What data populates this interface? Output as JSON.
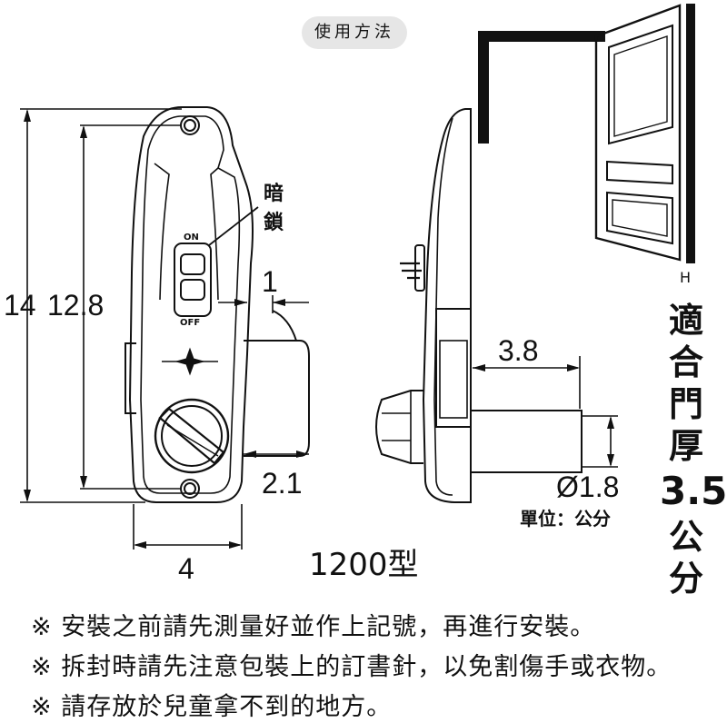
{
  "header": {
    "title": "使用方法"
  },
  "front_view": {
    "latch_label_line1": "暗",
    "latch_label_line2": "鎖",
    "switch_on": "ON",
    "switch_off": "OFF",
    "dim_outer_height": "14",
    "dim_inner_height": "12.8",
    "dim_latch_offset": "1",
    "dim_bolt_gap": "2.1",
    "dim_width": "4",
    "model": "1200型"
  },
  "side_view": {
    "dim_bolt_length": "3.8",
    "dim_bolt_diameter": "Ø1.8",
    "unit_label": "單位：公分"
  },
  "door": {
    "thickness_marker": "H",
    "label_lines": [
      "適",
      "合",
      "門",
      "厚"
    ],
    "thickness_value": "3.5",
    "unit_lines": [
      "公",
      "分"
    ]
  },
  "notes": [
    "※ 安裝之前請先測量好並作上記號，再進行安裝。",
    "※ 拆封時請先注意包裝上的訂書針，以免割傷手或衣物。",
    "※ 請存放於兒童拿不到的地方。"
  ]
}
